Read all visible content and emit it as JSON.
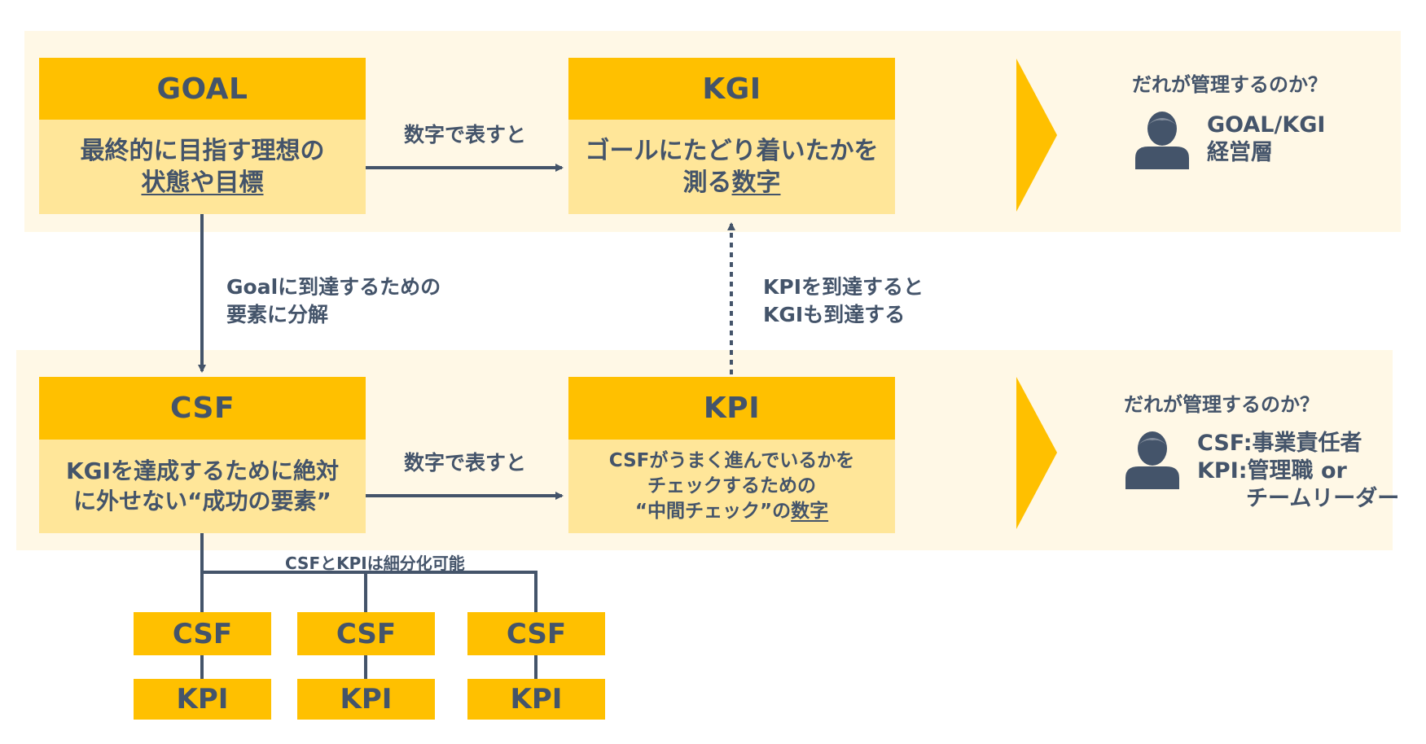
{
  "colors": {
    "band": "#fff8e6",
    "header": "#ffc000",
    "body": "#ffe699",
    "text": "#44546a"
  },
  "goal": {
    "title": "GOAL",
    "body_line1": "最終的に目指す理想の",
    "body_line2": "状態や目標"
  },
  "kgi": {
    "title": "KGI",
    "body_line1": "ゴールにたどり着いたかを",
    "body_line2_plain": "測る",
    "body_line2_underlined": "数字"
  },
  "csf": {
    "title": "CSF",
    "body_line1": "KGIを達成するために絶対",
    "body_line2": "に外せない“成功の要素”"
  },
  "kpi": {
    "title": "KPI",
    "body_line1": "CSFがうまく進んでいるかを",
    "body_line2": "チェックするための",
    "body_line3_plain": "“中間チェック”の",
    "body_line3_underlined": "数字"
  },
  "arrows": {
    "goal_to_kgi": "数字で表すと",
    "csf_to_kpi": "数字で表すと",
    "goal_to_csf_line1": "Goalに到達するための",
    "goal_to_csf_line2": "要素に分解",
    "kpi_to_kgi_line1": "KPIを到達すると",
    "kpi_to_kgi_line2": "KGIも到達する"
  },
  "top_owner": {
    "question": "だれが管理するのか？",
    "line1": "GOAL/KGI",
    "line2": "経営層",
    "icon": "person-icon"
  },
  "bottom_owner": {
    "question": "だれが管理するのか？",
    "line1": "CSF:事業責任者",
    "line2": "KPI:管理職 or",
    "line3": "チームリーダー",
    "icon": "person-icon"
  },
  "breakdown": {
    "label": "CSFとKPIは細分化可能",
    "items": [
      {
        "csf": "CSF",
        "kpi": "KPI"
      },
      {
        "csf": "CSF",
        "kpi": "KPI"
      },
      {
        "csf": "CSF",
        "kpi": "KPI"
      }
    ]
  }
}
